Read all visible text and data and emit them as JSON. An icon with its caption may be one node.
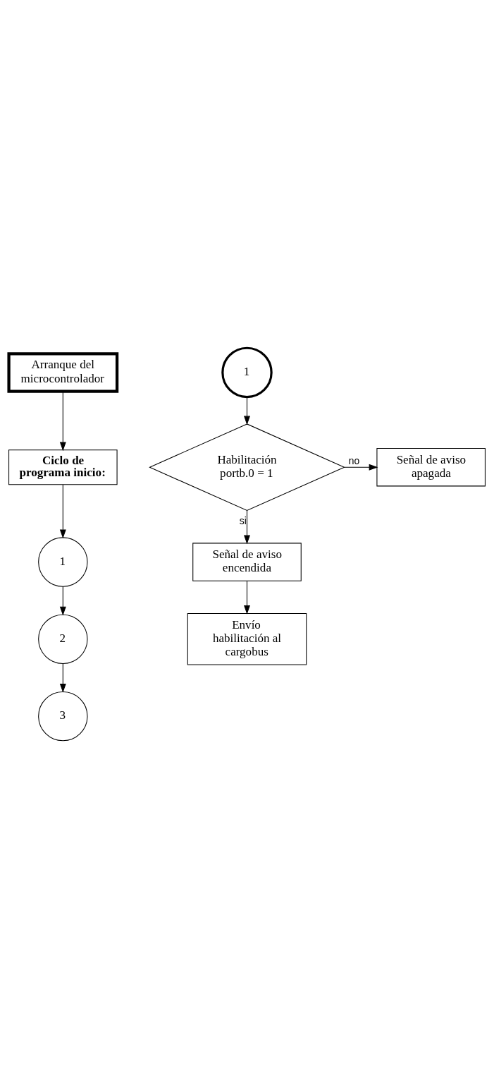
{
  "diagram": {
    "nodes": [
      {
        "text": [
          "Arranque del microcontrolador"
        ]
      },
      {
        "text": [
          "Ciclo de programa inicio:"
        ]
      },
      {
        "text": [
          "1"
        ]
      },
      {
        "text": [
          "2"
        ]
      },
      {
        "text": [
          "3"
        ]
      },
      {
        "text": [
          "1"
        ]
      },
      {
        "text": [
          "Habilitación portb.0 = 1"
        ]
      },
      {
        "text": [
          "Señal de aviso apagada"
        ]
      },
      {
        "text": [
          "Señal de aviso encendida"
        ]
      },
      {
        "text": [
          "Envío habilitación al cargobus"
        ]
      }
    ],
    "edges": [
      {
        "from": 0,
        "to": 1,
        "arrow": "to"
      },
      {
        "from": 1,
        "to": 2,
        "arrow": "to"
      },
      {
        "from": 2,
        "to": 3,
        "arrow": "to"
      },
      {
        "from": 3,
        "to": 4,
        "arrow": "to"
      },
      {
        "from": 5,
        "to": 6,
        "arrow": "to"
      },
      {
        "from": 6,
        "to": 7,
        "arrow": "to",
        "label": "no"
      },
      {
        "from": 6,
        "to": 8,
        "arrow": "to",
        "label": "si"
      },
      {
        "from": 8,
        "to": 9,
        "arrow": "to"
      }
    ]
  }
}
